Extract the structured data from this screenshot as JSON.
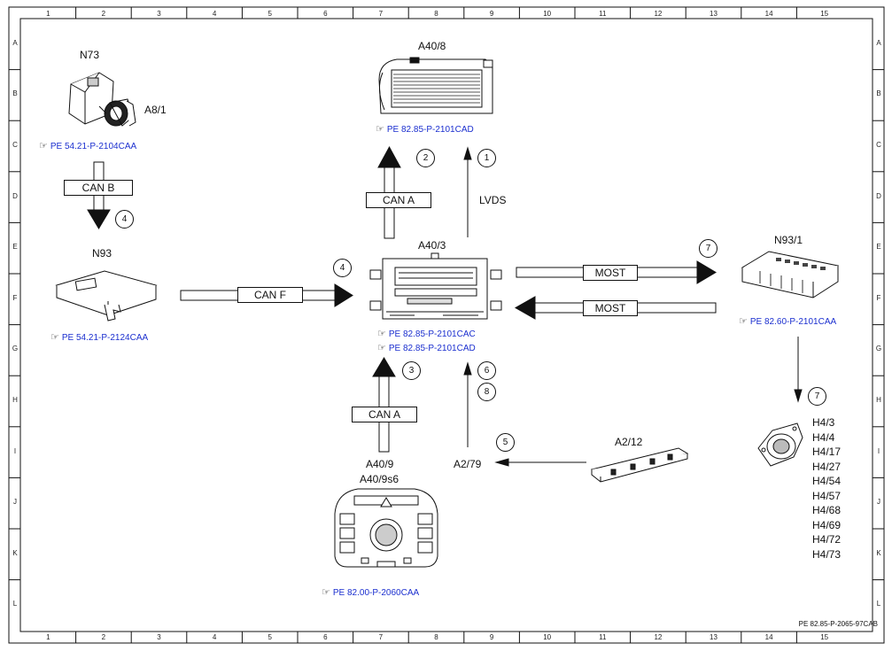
{
  "grid": {
    "columns": [
      "1",
      "2",
      "3",
      "4",
      "5",
      "6",
      "7",
      "8",
      "9",
      "10",
      "11",
      "12",
      "13",
      "14",
      "15"
    ],
    "rows": [
      "A",
      "B",
      "C",
      "D",
      "E",
      "F",
      "G",
      "H",
      "I",
      "J",
      "K",
      "L"
    ]
  },
  "components": {
    "n73": "N73",
    "a8_1": "A8/1",
    "a40_8": "A40/8",
    "n93": "N93",
    "a40_3": "A40/3",
    "n93_1": "N93/1",
    "a40_9": "A40/9",
    "a40_9s6": "A40/9s6",
    "a2_12": "A2/12",
    "a2_79": "A2/79"
  },
  "refs": {
    "n73": "PE 54.21-P-2104CAA",
    "a40_8": "PE 82.85-P-2101CAD",
    "n93": "PE 54.21-P-2124CAA",
    "a40_3_a": "PE 82.85-P-2101CAC",
    "a40_3_b": "PE 82.85-P-2101CAD",
    "n93_1": "PE 82.60-P-2101CAA",
    "a40_9": "PE 82.00-P-2060CAA"
  },
  "ref_symbol": "☞",
  "buses": {
    "can_b": "CAN B",
    "can_a_top": "CAN A",
    "can_f": "CAN F",
    "most_right": "MOST",
    "most_left": "MOST",
    "can_a_bottom": "CAN A",
    "lvds": "LVDS"
  },
  "steps": {
    "s1": "1",
    "s2": "2",
    "s3": "3",
    "s4a": "4",
    "s4b": "4",
    "s5": "5",
    "s6": "6",
    "s7a": "7",
    "s7b": "7",
    "s8": "8"
  },
  "speakers": [
    "H4/3",
    "H4/4",
    "H4/17",
    "H4/27",
    "H4/54",
    "H4/57",
    "H4/68",
    "H4/69",
    "H4/72",
    "H4/73"
  ],
  "doc_id": "PE 82.85-P-2065-97CAB"
}
